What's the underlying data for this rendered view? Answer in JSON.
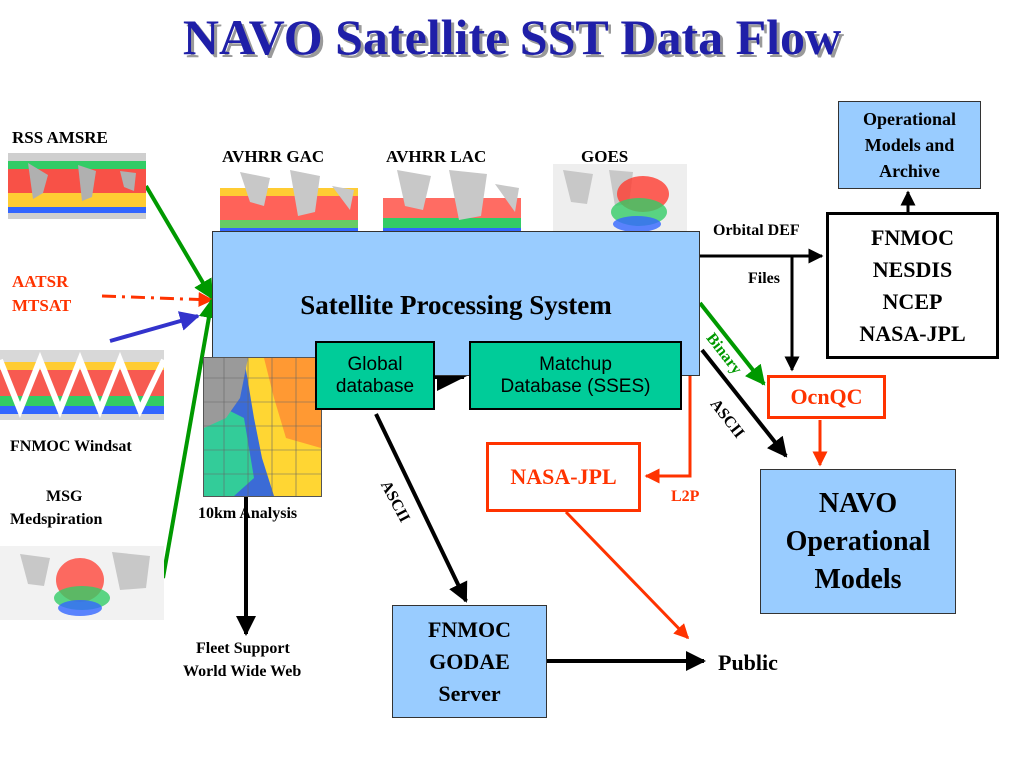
{
  "title": "NAVO Satellite SST Data Flow",
  "sources": {
    "rss_amsre": "RSS AMSRE",
    "aatsr": "AATSR",
    "mtsat": "MTSAT",
    "fnmoc_windsat": "FNMOC Windsat",
    "msg": "MSG",
    "medspiration": "Medspiration",
    "avhrr_gac": "AVHRR GAC",
    "avhrr_lac": "AVHRR LAC",
    "goes": "GOES"
  },
  "boxes": {
    "sps": "Satellite Processing System",
    "global_db": [
      "Global",
      "database"
    ],
    "matchup_db": [
      "Matchup",
      "Database (SSES)"
    ],
    "op_models_archive": [
      "Operational",
      "Models and",
      "Archive"
    ],
    "partners": [
      "FNMOC",
      "NESDIS",
      "NCEP",
      "NASA-JPL"
    ],
    "ocnqc": "OcnQC",
    "nasa_jpl": "NASA-JPL",
    "navo_models": [
      "NAVO",
      "Operational",
      "Models"
    ],
    "godae": [
      "FNMOC",
      "GODAE",
      "Server"
    ]
  },
  "labels": {
    "orbital_def": "Orbital DEF",
    "files": "Files",
    "binary": "Binary",
    "ascii_right": "ASCII",
    "ascii_center": "ASCII",
    "l2p": "L2P",
    "analysis": "10km  Analysis",
    "fleet_support": "Fleet Support",
    "world_wide_web": "World Wide Web",
    "public": "Public"
  },
  "colors": {
    "title": "#1f1fa8",
    "sps_fill": "#99ccff",
    "db_fill": "#00cc99",
    "green_arrow": "#009900",
    "red_arrow": "#ff3300",
    "blue_arrow": "#3333cc",
    "alert_text": "#ff3300"
  }
}
